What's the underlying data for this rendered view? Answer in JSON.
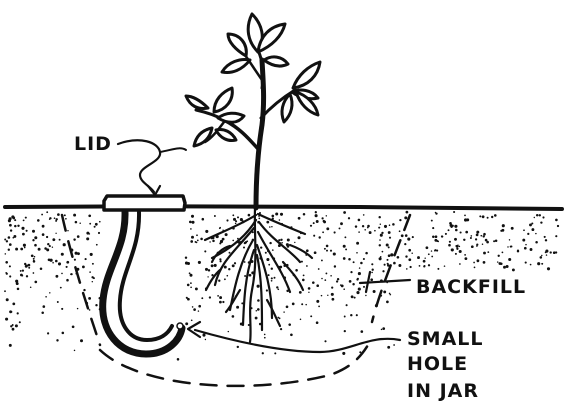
{
  "labels": {
    "lid": "LID",
    "backfill": "BACKFILL",
    "small_hole_line1": "SMALL",
    "small_hole_line2": "HOLE",
    "small_hole_line3": "IN JAR"
  },
  "colors": {
    "ink": "#111111",
    "background": "#ffffff"
  }
}
